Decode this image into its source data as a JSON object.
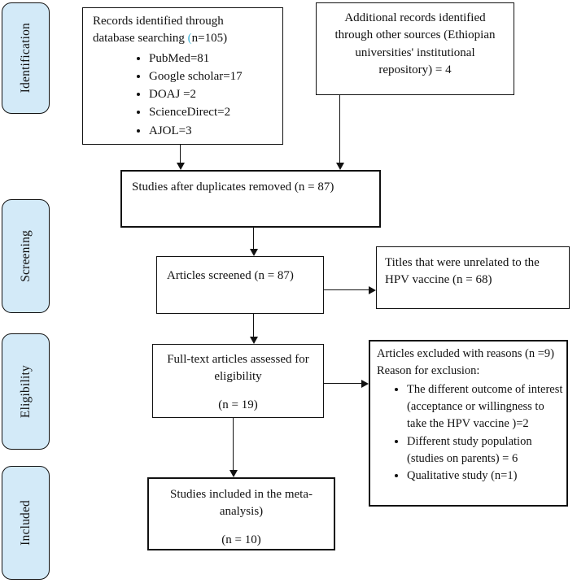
{
  "stages": [
    {
      "label": "Identification"
    },
    {
      "label": "Screening"
    },
    {
      "label": "Eligibility"
    },
    {
      "label": "Included"
    }
  ],
  "boxes": {
    "records": {
      "title_line1": "Records identified through",
      "title_line2_before": "database searching ",
      "title_line2_paren": "(",
      "title_line2_after": "n=105)",
      "items": [
        "PubMed=81",
        "Google scholar=17",
        "DOAJ =2",
        "ScienceDirect=2",
        "AJOL=3"
      ]
    },
    "additional": {
      "text": "Additional records identified through other sources (Ethiopian universities' institutional repository) = 4"
    },
    "duplicates": {
      "text": "Studies after duplicates removed (n = 87)"
    },
    "screened": {
      "text": "Articles screened (n = 87)"
    },
    "unrelated": {
      "text": "Titles that were unrelated to the HPV vaccine (n = 68)"
    },
    "fulltext": {
      "line1": "Full-text articles assessed for",
      "line2": "eligibility",
      "count": "(n = 19)"
    },
    "excluded": {
      "line1": "Articles excluded with reasons (n =9)",
      "line2": "Reason for exclusion:",
      "items": [
        "The different outcome of interest (acceptance or willingness to take the HPV vaccine )=2",
        "Different study population (studies on  parents) = 6",
        "Qualitative study (n=1)"
      ]
    },
    "included": {
      "line1": "Studies included in the meta-",
      "line2": "analysis)",
      "count": "(n = 10)"
    }
  },
  "colors": {
    "stage_fill": "#d3eaf8",
    "box_border": "#111111",
    "paren_accent": "#3eb1d5"
  }
}
